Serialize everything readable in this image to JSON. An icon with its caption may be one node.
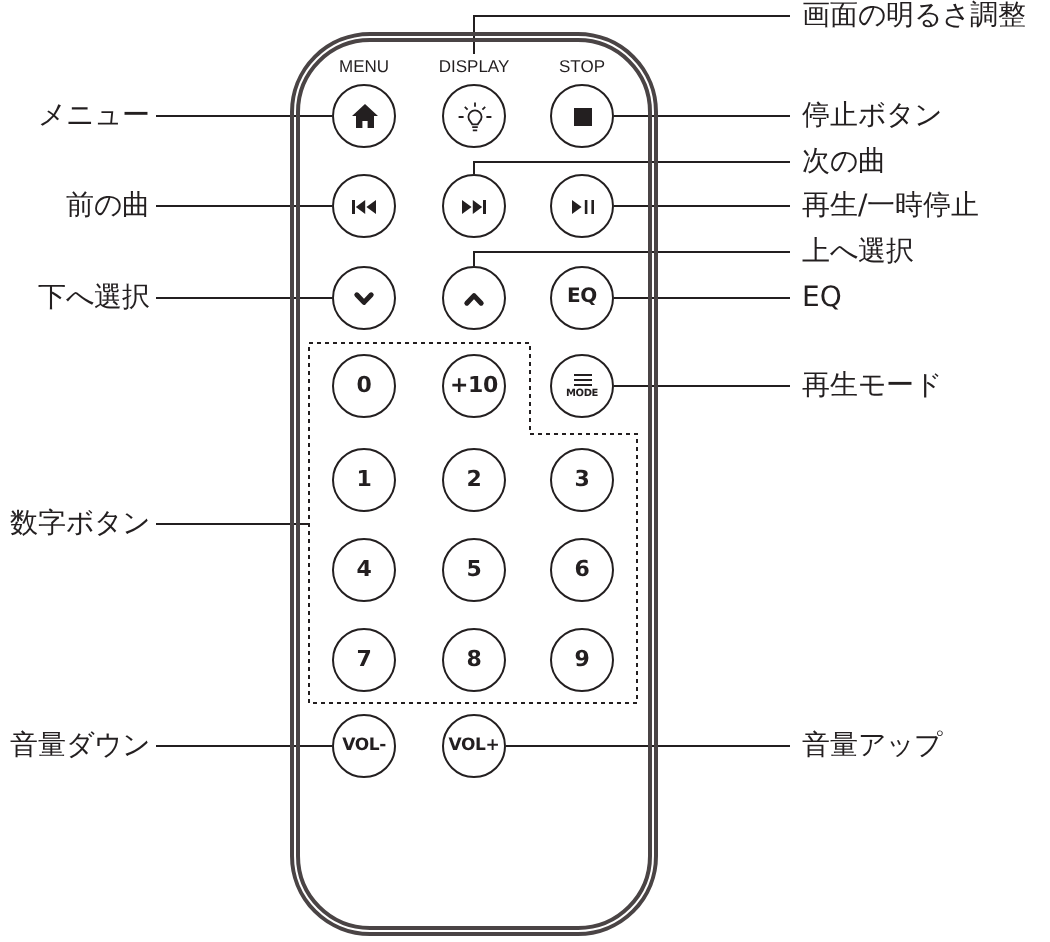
{
  "diagram": {
    "nodes": [
      {
        "text": [],
        "shape": "box"
      },
      {
        "text": [
          "画面の明るさ調整"
        ]
      },
      {
        "text": [
          "MENU"
        ],
        "in": 0
      },
      {
        "text": [
          "DISPLAY"
        ],
        "in": 0
      },
      {
        "text": [
          "STOP"
        ],
        "in": 0
      },
      {
        "text": [
          "メニュー"
        ]
      },
      {
        "text": [
          "停止ボタン"
        ]
      },
      {
        "text": [
          "次の曲"
        ]
      },
      {
        "text": [
          "前の曲"
        ]
      },
      {
        "text": [],
        "shape": "circle",
        "in": 0
      },
      {
        "text": [],
        "shape": "circle",
        "in": 0
      },
      {
        "text": [],
        "shape": "circle",
        "in": 0
      },
      {
        "text": [
          "再生/一時停止"
        ]
      },
      {
        "text": [
          "上へ選択"
        ]
      },
      {
        "text": [
          "下へ選択"
        ]
      },
      {
        "text": [],
        "shape": "circle",
        "in": 0
      },
      {
        "text": [],
        "shape": "circle",
        "in": 0
      },
      {
        "text": [
          "EQ"
        ],
        "in": 0
      },
      {
        "text": [
          "EQ"
        ]
      },
      {
        "text": [],
        "shape": "box",
        "in": 0
      },
      {
        "text": [
          "0"
        ],
        "in": 19
      },
      {
        "text": [
          "+10"
        ],
        "in": 19
      },
      {
        "text": [
          "MODE"
        ],
        "in": 0
      },
      {
        "text": [
          "再生モード"
        ]
      },
      {
        "text": [
          "1"
        ],
        "in": 19
      },
      {
        "text": [
          "2"
        ],
        "in": 19
      },
      {
        "text": [
          "3"
        ],
        "in": 19
      },
      {
        "text": [
          "数字ボタン"
        ]
      },
      {
        "text": [
          "4"
        ],
        "in": 19
      },
      {
        "text": [
          "5"
        ],
        "in": 19
      },
      {
        "text": [
          "6"
        ],
        "in": 19
      },
      {
        "text": [
          "7"
        ],
        "in": 19
      },
      {
        "text": [
          "8"
        ],
        "in": 19
      },
      {
        "text": [
          "9"
        ],
        "in": 19
      },
      {
        "text": [
          "音量ダウン"
        ]
      },
      {
        "text": [
          "VOL-"
        ],
        "in": 0
      },
      {
        "text": [
          "VOL+"
        ],
        "in": 0
      },
      {
        "text": [
          "音量アップ"
        ]
      }
    ],
    "edges": [
      {
        "from": 1,
        "to": 3,
        "arrow": "none"
      },
      {
        "from": 5,
        "to": 2,
        "arrow": "none"
      },
      {
        "from": 6,
        "to": 4,
        "arrow": "none"
      },
      {
        "from": 7,
        "to": 10,
        "arrow": "none"
      },
      {
        "from": 8,
        "to": 9,
        "arrow": "none"
      },
      {
        "from": 12,
        "to": 11,
        "arrow": "none"
      },
      {
        "from": 13,
        "to": 16,
        "arrow": "none"
      },
      {
        "from": 14,
        "to": 15,
        "arrow": "none"
      },
      {
        "from": 18,
        "to": 17,
        "arrow": "none"
      },
      {
        "from": 23,
        "to": 22,
        "arrow": "none"
      },
      {
        "from": 27,
        "to": 19,
        "arrow": "none"
      },
      {
        "from": 34,
        "to": 35,
        "arrow": "none"
      },
      {
        "from": 37,
        "to": 36,
        "arrow": "none"
      }
    ]
  }
}
